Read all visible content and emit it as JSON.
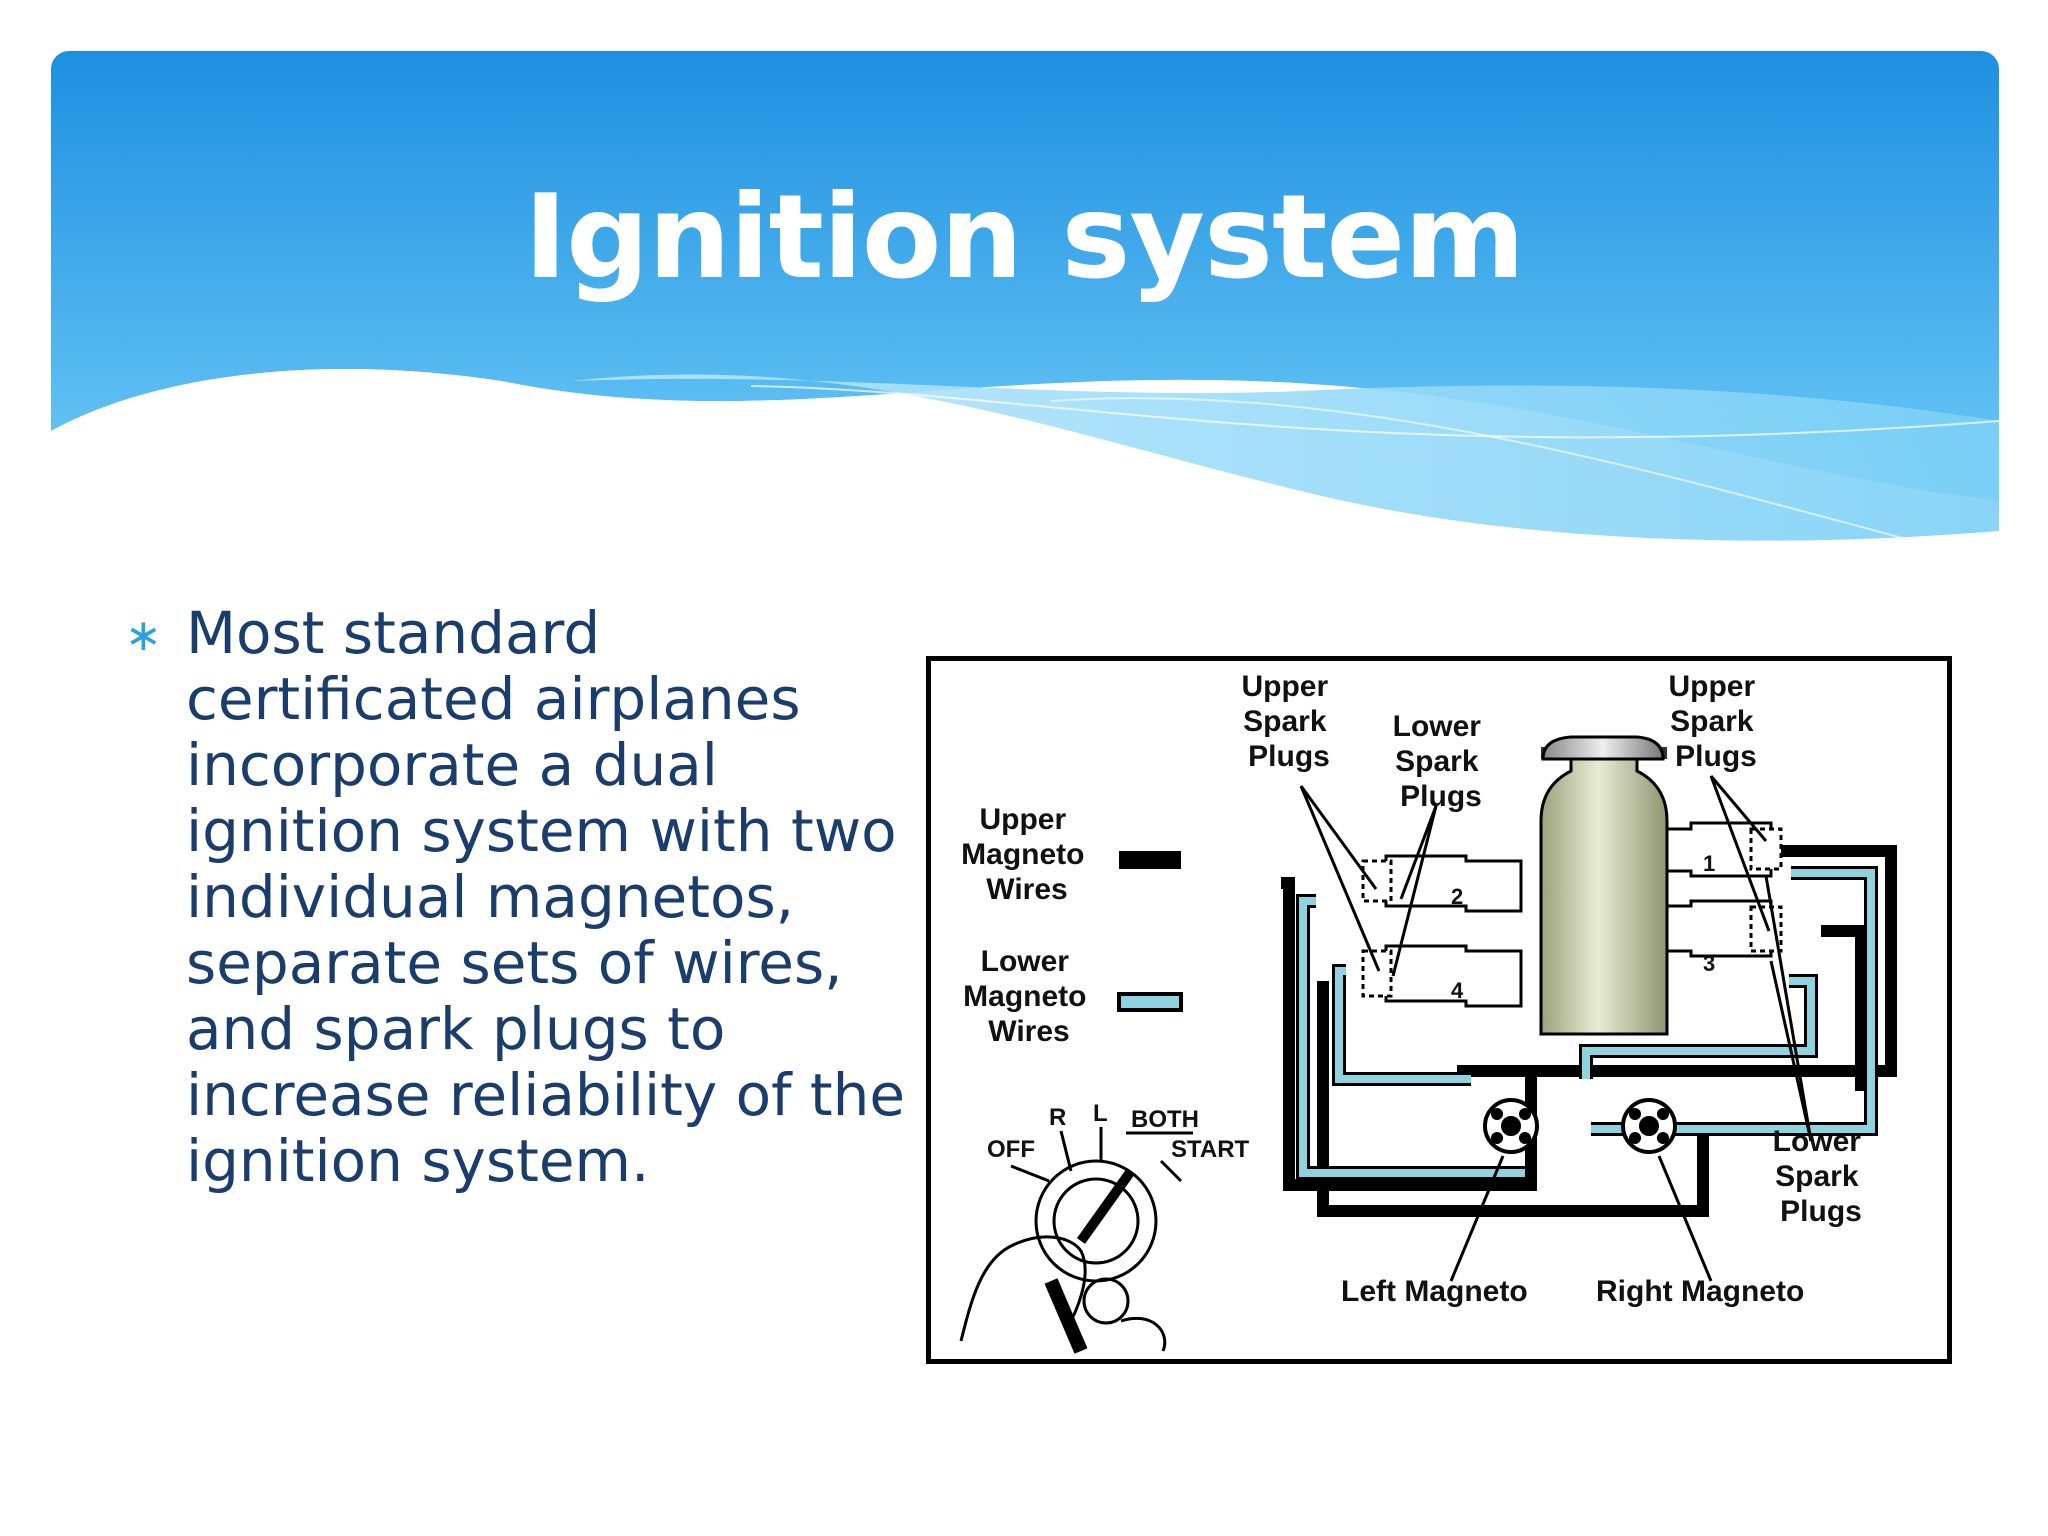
{
  "slide": {
    "title": "Ignition system",
    "bullet_symbol": "∗",
    "bullet_text": "Most standard certificated airplanes incorporate a dual ignition system with two individual magnetos, separate sets of wires, and spark plugs to increase reliability of the ignition system."
  },
  "diagram": {
    "labels": {
      "upper_spark_plugs_left": [
        "Upper",
        "Spark",
        "Plugs"
      ],
      "lower_spark_plugs_top": [
        "Lower",
        "Spark",
        "Plugs"
      ],
      "upper_spark_plugs_right": [
        "Upper",
        "Spark",
        "Plugs"
      ],
      "upper_magneto_wires": [
        "Upper",
        "Magneto",
        "Wires"
      ],
      "lower_magneto_wires": [
        "Lower",
        "Magneto",
        "Wires"
      ],
      "lower_spark_plugs_right": [
        "Lower",
        "Spark",
        "Plugs"
      ],
      "left_magneto": "Left Magneto",
      "right_magneto": "Right Magneto",
      "switch_off": "OFF",
      "switch_r": "R",
      "switch_l": "L",
      "switch_both": "BOTH",
      "switch_start": "START",
      "cyl_1": "1",
      "cyl_2": "2",
      "cyl_3": "3",
      "cyl_4": "4"
    }
  },
  "colors": {
    "header_top": "#1e8fe0",
    "header_bottom": "#5ec3f5",
    "title_text": "#ffffff",
    "body_text": "#1a3d6e",
    "bullet": "#29a3e0",
    "lower_wire": "#8fd3e0",
    "upper_wire": "#000000"
  }
}
